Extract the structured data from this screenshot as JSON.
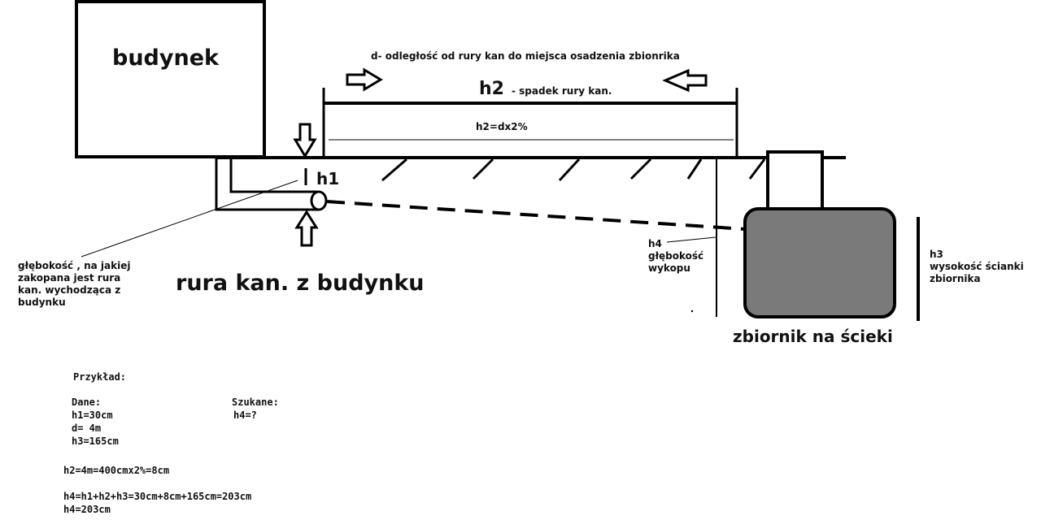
{
  "labels": {
    "building": "budynek",
    "d_desc": "d-  odległość od rury kan do miejsca osadzenia zbionrika",
    "h2_symbol": "h2",
    "h2_desc": "- spadek rury kan.",
    "h2_formula": "h2=dx2%",
    "h1_symbol": "h1",
    "depth_note": "głębokość , na jakiej\nzakopana jest rura\nkan. wychodząca z\nbudynku",
    "pipe_title": "rura kan. z budynku",
    "h4_note": "h4\ngłębokość\nwykopu",
    "h3_note": "h3\nwysokość ścianki\nzbiornika",
    "tank_title": "zbiornik na ścieki"
  },
  "example": {
    "heading": "Przykład:",
    "given_heading": "Dane:",
    "given": [
      "h1=30cm",
      "d= 4m",
      "h3=165cm"
    ],
    "sought_heading": "Szukane:",
    "sought": [
      "h4=?"
    ],
    "calc_h2": "h2=4m=400cmx2%=8cm",
    "calc_h4": [
      "h4=h1+h2+h3=30cm+8cm+165cm=203cm",
      "h4=203cm"
    ]
  },
  "colors": {
    "ink": "#000000",
    "tank_fill": "#7a7a7a",
    "background": "#ffffff"
  }
}
